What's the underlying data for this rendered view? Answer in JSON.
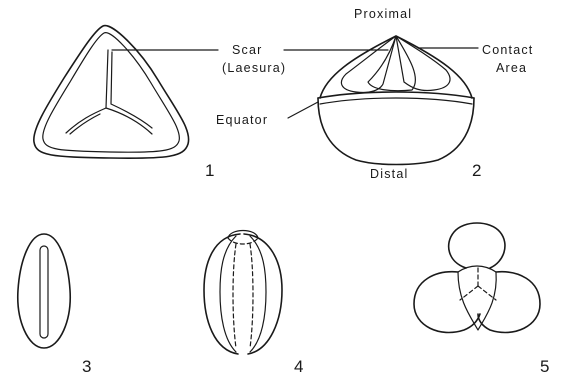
{
  "labels": {
    "proximal": "Proximal",
    "scar": "Scar",
    "laesura": "(Laesura)",
    "contact": "Contact",
    "area": "Area",
    "equator": "Equator",
    "distal": "Distal"
  },
  "figure_numbers": [
    "1",
    "2",
    "3",
    "4",
    "5"
  ]
}
